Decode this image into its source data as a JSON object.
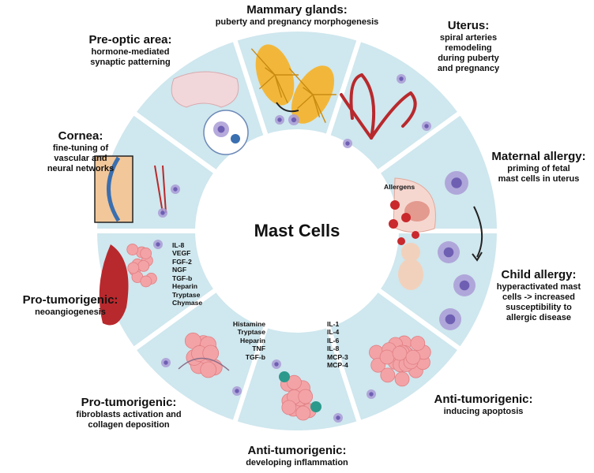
{
  "center_title": "Mast Cells",
  "segments": [
    {
      "id": "mammary",
      "title": "Mammary glands:",
      "desc": [
        "puberty and pregnancy morphogenesis"
      ]
    },
    {
      "id": "uterus",
      "title": "Uterus:",
      "desc": [
        "spiral arteries",
        "remodeling",
        "during puberty",
        "and pregnancy"
      ]
    },
    {
      "id": "maternal",
      "title": "Maternal allergy:",
      "desc": [
        "priming of fetal",
        "mast cells in uterus"
      ]
    },
    {
      "id": "child",
      "title": "Child allergy:",
      "desc": [
        "hyperactivated mast",
        "cells -> increased",
        "susceptibility to",
        "allergic disease"
      ]
    },
    {
      "id": "anti_apop",
      "title": "Anti-tumorigenic:",
      "desc": [
        "inducing apoptosis"
      ]
    },
    {
      "id": "anti_inflam",
      "title": "Anti-tumorigenic:",
      "desc": [
        "developing inflammation"
      ]
    },
    {
      "id": "pro_fibro",
      "title": "Pro-tumorigenic:",
      "desc": [
        "fibroblasts activation and",
        "collagen deposition"
      ]
    },
    {
      "id": "pro_angio",
      "title": "Pro-tumorigenic:",
      "desc": [
        "neoangiogenesis"
      ]
    },
    {
      "id": "cornea",
      "title": "Cornea:",
      "desc": [
        "fine-tuning of",
        "vascular and",
        "neural networks"
      ]
    },
    {
      "id": "preoptic",
      "title": "Pre-optic area:",
      "desc": [
        "hormone-mediated",
        "synaptic patterning"
      ]
    }
  ],
  "mediators": {
    "angio": [
      "IL-8",
      "VEGF",
      "FGF-2",
      "NGF",
      "TGF-b",
      "Heparin",
      "Tryptase",
      "Chymase"
    ],
    "fibro": [
      "Histamine",
      "Tryptase",
      "Heparin",
      "TNF",
      "TGF-b"
    ],
    "apop": [
      "IL-1",
      "IL-4",
      "IL-6",
      "IL-8",
      "MCP-3",
      "MCP-4"
    ]
  },
  "allergens_label": "Allergens",
  "colors": {
    "ring": "#cfe7ee",
    "ring_edge": "#ffffff",
    "cell": "#a99bd6",
    "cell_core": "#6f5fb3",
    "vessel": "#b8292d",
    "gland": "#f2b73a",
    "tumor": "#f3a3a6"
  }
}
